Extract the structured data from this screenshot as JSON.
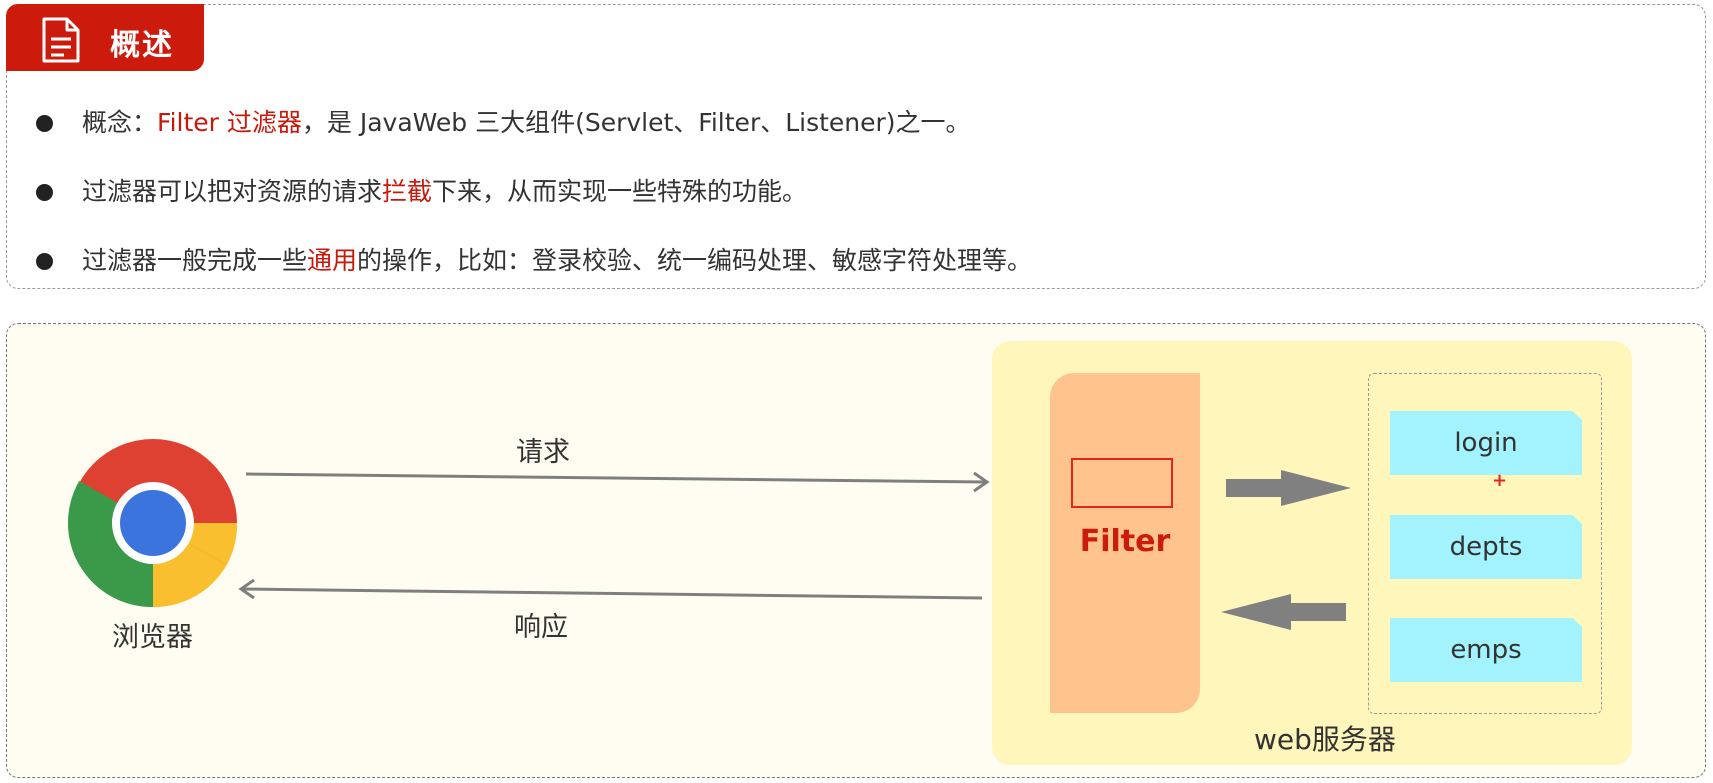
{
  "header": {
    "title": "概述",
    "icon": "document-icon",
    "accent": "#cc1a0c"
  },
  "bullets": [
    {
      "parts": [
        {
          "text": "概念：",
          "highlight": false
        },
        {
          "text": "Filter 过滤器",
          "highlight": true
        },
        {
          "text": "，是 JavaWeb 三大组件(Servlet、Filter、Listener)之一。",
          "highlight": false
        }
      ]
    },
    {
      "parts": [
        {
          "text": "过滤器可以把对资源的请求",
          "highlight": false
        },
        {
          "text": "拦截",
          "highlight": true
        },
        {
          "text": "下来，从而实现一些特殊的功能。",
          "highlight": false
        }
      ]
    },
    {
      "parts": [
        {
          "text": "过滤器一般完成一些",
          "highlight": false
        },
        {
          "text": "通用",
          "highlight": true
        },
        {
          "text": "的操作，比如：登录校验、统一编码处理、敏感字符处理等。",
          "highlight": false
        }
      ]
    }
  ],
  "diagram": {
    "browser": {
      "label": "浏览器",
      "icon": "chrome-browser-icon"
    },
    "request_label": "请求",
    "response_label": "响应",
    "filter_label": "Filter",
    "server_label": "web服务器",
    "resources": [
      "login",
      "depts",
      "emps"
    ],
    "plus_marker": "+",
    "colors": {
      "filter_fill": "#ffc38e",
      "server_fill": "#fff6bc",
      "resource_fill": "#a2f3fd",
      "highlight": "#c8180a"
    }
  }
}
